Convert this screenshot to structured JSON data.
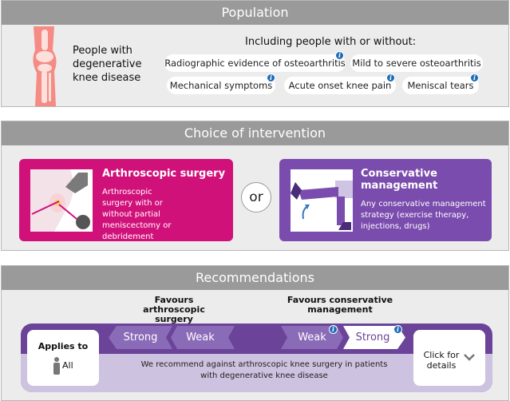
{
  "population": {
    "header": "Population",
    "description": "People with degenerative knee disease",
    "including_label": "Including people with or without:",
    "conditions": [
      "Radiographic evidence of osteoarthritis",
      "Mild to severe osteoarthritis",
      "Mechanical symptoms",
      "Acute onset knee pain",
      "Meniscal tears"
    ]
  },
  "intervention": {
    "header": "Choice of intervention",
    "surgery_title": "Arthroscopic surgery",
    "surgery_text": "Arthroscopic surgery with or without partial meniscectomy or debridement",
    "or_label": "or",
    "conservative_title": "Conservative management",
    "conservative_text": "Any conservative management strategy (exercise therapy, injections, drugs)"
  },
  "recommendations": {
    "header": "Recommendations",
    "favours_surgery": "Favours arthroscopic surgery",
    "favours_conservative": "Favours conservative management",
    "strength_labels": [
      "Strong",
      "Weak",
      "Weak",
      "Strong"
    ],
    "applies_to_label": "Applies to",
    "applies_to_value": "All",
    "recommendation_text": "We recommend against arthroscopic knee surgery in patients with degenerative knee disease",
    "details_label": "Click for details"
  },
  "colors": {
    "header_grey": "#9a9a9a",
    "panel_grey": "#ececec",
    "surgery_pink": "#d1117a",
    "conservative_purple": "#7a4cad",
    "rec_purple": "#6b4399",
    "rec_arrow_light": "#8a6bb8",
    "rec_lower": "#cdc2df",
    "info_blue": "#1d6bb7",
    "leg_pink": "#f58b84"
  },
  "icons": [
    "knee-leg-icon",
    "info-icon",
    "arthroscopy-illustration",
    "leg-exercise-illustration",
    "person-icon",
    "chevron-down-icon"
  ]
}
